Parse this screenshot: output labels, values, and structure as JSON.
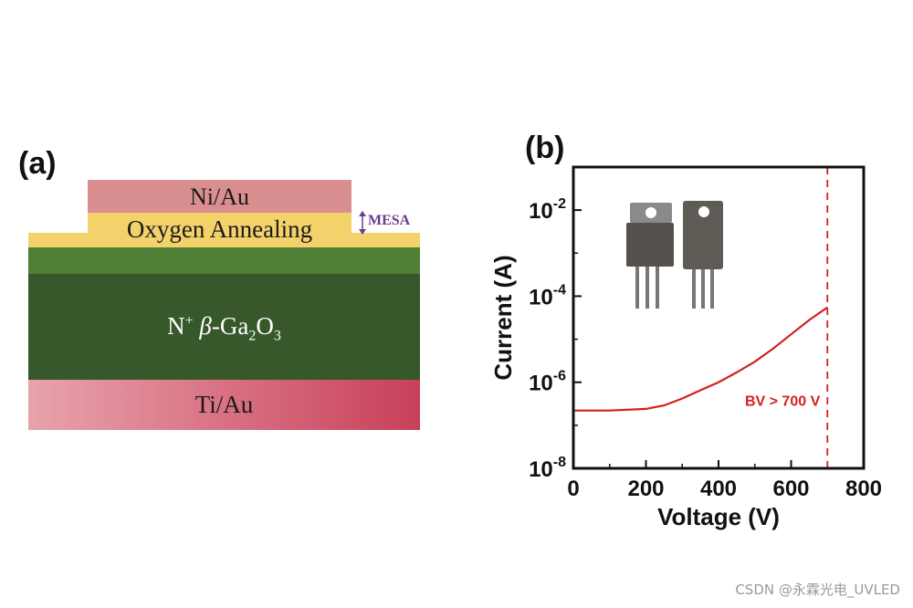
{
  "panel_a": {
    "label": "(a)",
    "layers": {
      "top_metal": "Ni/Au",
      "annealing": "Oxygen Annealing",
      "mesa": "MESA",
      "substrate_prefix": "N",
      "substrate_sup": "+",
      "substrate_beta": "β",
      "substrate_ga": "-Ga",
      "substrate_sub1": "2",
      "substrate_o": "O",
      "substrate_sub2": "3",
      "bottom_metal": "Ti/Au"
    },
    "colors": {
      "top_metal": "#d98f90",
      "annealing": "#f4d26b",
      "epi_light": "#4e7f34",
      "substrate": "#37582a",
      "bottom_metal_left": "#e8a3ad",
      "bottom_metal_right": "#c8405a",
      "mesa_text": "#6b3b8c"
    }
  },
  "panel_b": {
    "label": "(b)",
    "chart_data": {
      "type": "line",
      "xlabel": "Voltage (V)",
      "ylabel": "Current (A)",
      "xlim": [
        0,
        800
      ],
      "x_ticks": [
        "0",
        "200",
        "400",
        "600",
        "800"
      ],
      "y_scale": "log",
      "ylim": [
        1e-08,
        0.1
      ],
      "y_ticks": [
        {
          "base": "10",
          "exp": "-8"
        },
        {
          "base": "10",
          "exp": "-6"
        },
        {
          "base": "10",
          "exp": "-4"
        },
        {
          "base": "10",
          "exp": "-2"
        }
      ],
      "series": [
        {
          "color": "#d42020",
          "x": [
            0,
            100,
            200,
            250,
            300,
            350,
            400,
            450,
            500,
            550,
            600,
            650,
            700
          ],
          "y": [
            2.2e-07,
            2.2e-07,
            2.4e-07,
            2.9e-07,
            4.2e-07,
            6.5e-07,
            1e-06,
            1.7e-06,
            3e-06,
            6e-06,
            1.3e-05,
            2.8e-05,
            5.5e-05
          ]
        }
      ],
      "annotation": {
        "text": "BV > 700 V",
        "color": "#d42020"
      },
      "breakdown_line_x": 700,
      "inset": "packaged TO-220 devices photo"
    }
  },
  "watermark": "CSDN @永霖光电_UVLED"
}
